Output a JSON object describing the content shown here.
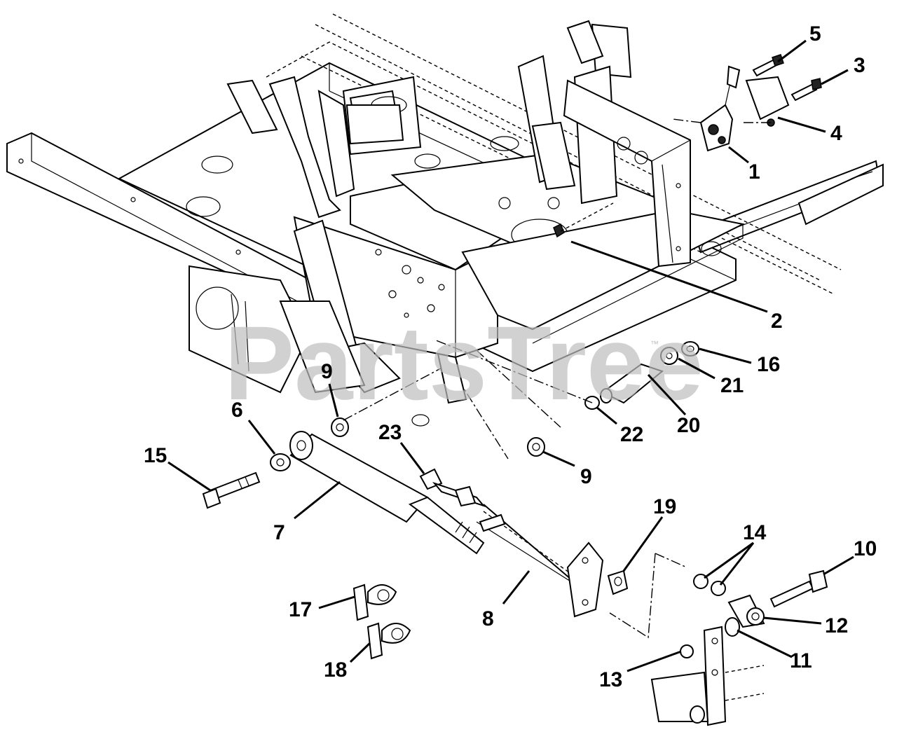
{
  "watermark": {
    "text": "PartsTree",
    "trademark": "™"
  },
  "callouts": [
    {
      "id": "5",
      "label": "5"
    },
    {
      "id": "3",
      "label": "3"
    },
    {
      "id": "4",
      "label": "4"
    },
    {
      "id": "1",
      "label": "1"
    },
    {
      "id": "2",
      "label": "2"
    },
    {
      "id": "16",
      "label": "16"
    },
    {
      "id": "21",
      "label": "21"
    },
    {
      "id": "20",
      "label": "20"
    },
    {
      "id": "22",
      "label": "22"
    },
    {
      "id": "9a",
      "label": "9"
    },
    {
      "id": "9b",
      "label": "9"
    },
    {
      "id": "6",
      "label": "6"
    },
    {
      "id": "15",
      "label": "15"
    },
    {
      "id": "23",
      "label": "23"
    },
    {
      "id": "7",
      "label": "7"
    },
    {
      "id": "19",
      "label": "19"
    },
    {
      "id": "14",
      "label": "14"
    },
    {
      "id": "10",
      "label": "10"
    },
    {
      "id": "12",
      "label": "12"
    },
    {
      "id": "11",
      "label": "11"
    },
    {
      "id": "13",
      "label": "13"
    },
    {
      "id": "8",
      "label": "8"
    },
    {
      "id": "17",
      "label": "17"
    },
    {
      "id": "18",
      "label": "18"
    }
  ]
}
